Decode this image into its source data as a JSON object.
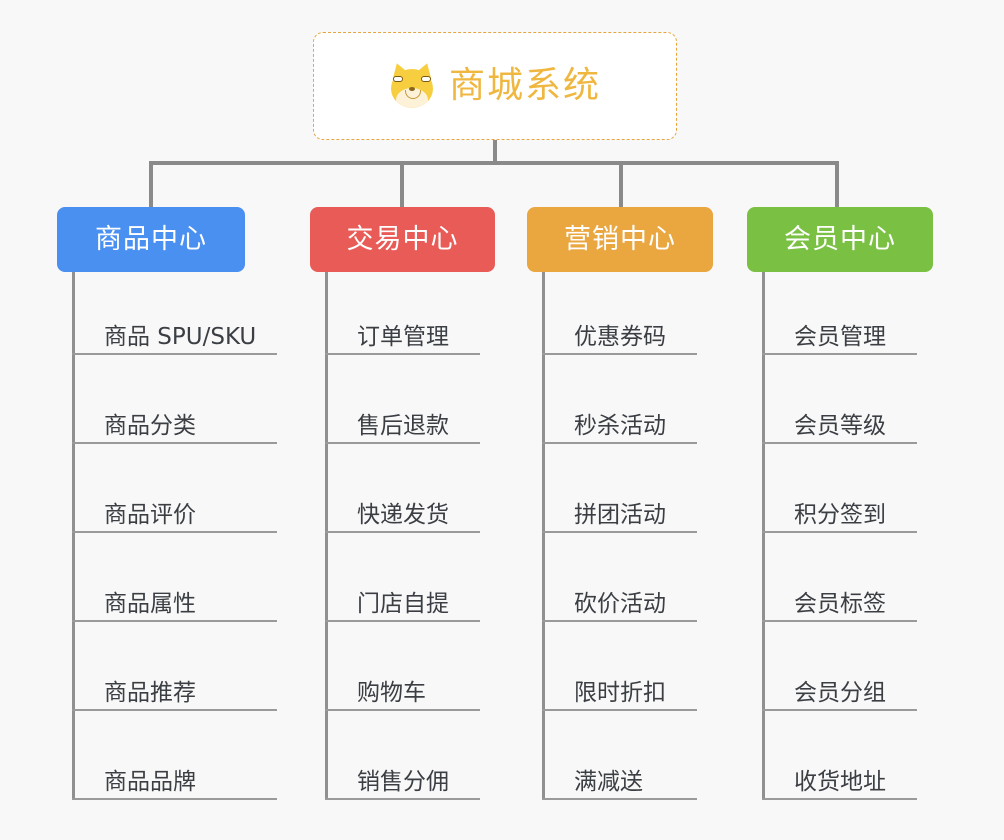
{
  "background_color": "#f8f8f8",
  "root": {
    "title": "商城系统",
    "icon": "shiba-dog-icon",
    "text_color": "#f0b740",
    "border_color": "#e8a53f"
  },
  "connector_color": "#8a8a8a",
  "columns": [
    {
      "id": "product-center",
      "label": "商品中心",
      "color": "#4a90f0",
      "items": [
        "商品 SPU/SKU",
        "商品分类",
        "商品评价",
        "商品属性",
        "商品推荐",
        "商品品牌"
      ]
    },
    {
      "id": "trade-center",
      "label": "交易中心",
      "color": "#e85b57",
      "items": [
        "订单管理",
        "售后退款",
        "快递发货",
        "门店自提",
        "购物车",
        "销售分佣"
      ]
    },
    {
      "id": "marketing-center",
      "label": "营销中心",
      "color": "#eaa63f",
      "items": [
        "优惠券码",
        "秒杀活动",
        "拼团活动",
        "砍价活动",
        "限时折扣",
        "满减送"
      ]
    },
    {
      "id": "member-center",
      "label": "会员中心",
      "color": "#7ac143",
      "items": [
        "会员管理",
        "会员等级",
        "积分签到",
        "会员标签",
        "会员分组",
        "收货地址"
      ]
    }
  ]
}
